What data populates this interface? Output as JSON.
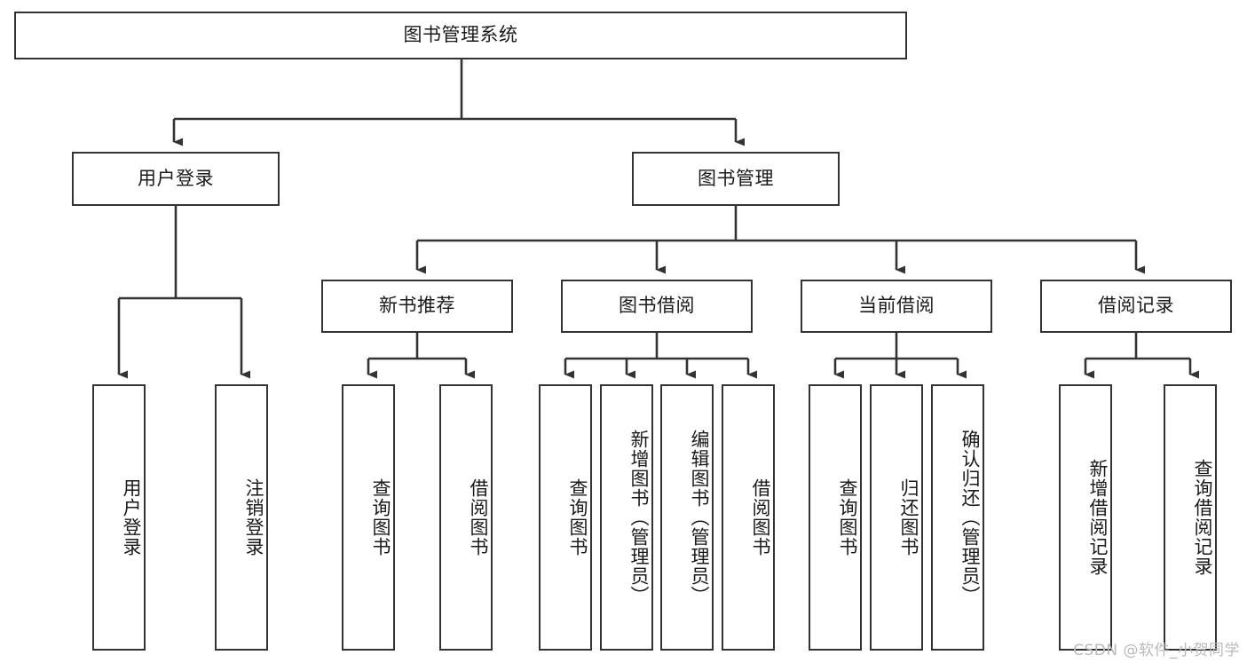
{
  "diagram": {
    "type": "tree-hierarchy",
    "title_node": {
      "label": "图书管理系统"
    },
    "level2": [
      {
        "id": "user-login",
        "label": "用户登录"
      },
      {
        "id": "book-management",
        "label": "图书管理"
      }
    ],
    "level3": [
      {
        "id": "new-book-recommend",
        "label": "新书推荐"
      },
      {
        "id": "book-borrow",
        "label": "图书借阅"
      },
      {
        "id": "current-borrow",
        "label": "当前借阅"
      },
      {
        "id": "borrow-record",
        "label": "借阅记录"
      }
    ],
    "leaves": [
      {
        "id": "leaf-user-login",
        "label": "用户登录",
        "parent": "user-login"
      },
      {
        "id": "leaf-logout-login",
        "label": "注销登录",
        "parent": "user-login"
      },
      {
        "id": "leaf-query-book-1",
        "label": "查询图书",
        "parent": "new-book-recommend"
      },
      {
        "id": "leaf-borrow-book-1",
        "label": "借阅图书",
        "parent": "new-book-recommend"
      },
      {
        "id": "leaf-query-book-2",
        "label": "查询图书",
        "parent": "book-borrow"
      },
      {
        "id": "leaf-add-book",
        "label": "新增图书（管理员）",
        "parent": "book-borrow"
      },
      {
        "id": "leaf-edit-book",
        "label": "编辑图书（管理员）",
        "parent": "book-borrow"
      },
      {
        "id": "leaf-borrow-book-2",
        "label": "借阅图书",
        "parent": "book-borrow"
      },
      {
        "id": "leaf-query-book-3",
        "label": "查询图书",
        "parent": "current-borrow"
      },
      {
        "id": "leaf-return-book",
        "label": "归还图书",
        "parent": "current-borrow"
      },
      {
        "id": "leaf-confirm-return",
        "label": "确认归还（管理员）",
        "parent": "current-borrow"
      },
      {
        "id": "leaf-add-record",
        "label": "新增借阅记录",
        "parent": "borrow-record"
      },
      {
        "id": "leaf-query-record",
        "label": "查询借阅记录",
        "parent": "borrow-record"
      }
    ],
    "watermark": "CSDN @软件_小贺同学",
    "colors": {
      "stroke": "#333333",
      "fill": "#ffffff",
      "text": "#1a1a1a",
      "watermark": "#b9b9b9"
    }
  }
}
